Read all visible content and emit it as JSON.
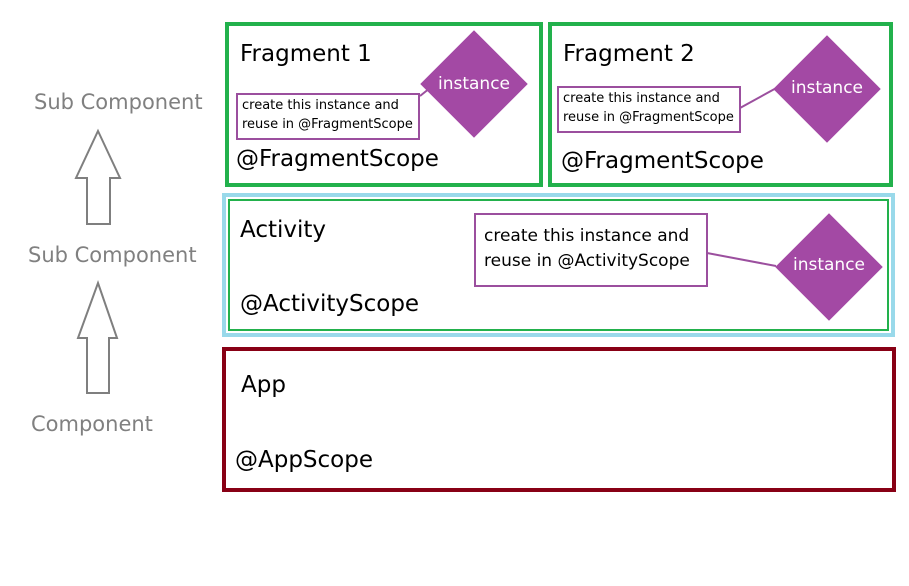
{
  "side_labels": {
    "sub_component_top": "Sub Component",
    "sub_component_mid": "Sub Component",
    "component": "Component"
  },
  "fragment1": {
    "title": "Fragment 1",
    "note": [
      "create this instance and",
      "reuse in @FragmentScope"
    ],
    "diamond": "instance",
    "scope": "@FragmentScope"
  },
  "fragment2": {
    "title": "Fragment 2",
    "note": [
      "create this instance and",
      "reuse in @FragmentScope"
    ],
    "diamond": "instance",
    "scope": "@FragmentScope"
  },
  "activity": {
    "title": "Activity",
    "note": [
      "create this instance and",
      "reuse in @ActivityScope"
    ],
    "diamond": "instance",
    "scope": "@ActivityScope"
  },
  "app": {
    "title": "App",
    "scope": "@AppScope"
  },
  "colors": {
    "fragment_border": "#22b14c",
    "activity_outer": "#99d9ea",
    "activity_inner": "#22b14c",
    "app_border": "#880015",
    "note_border": "#9b4f9e",
    "diamond_fill": "#a349a4",
    "side_label": "#808080",
    "arrow_stroke": "#7f7f7f"
  }
}
